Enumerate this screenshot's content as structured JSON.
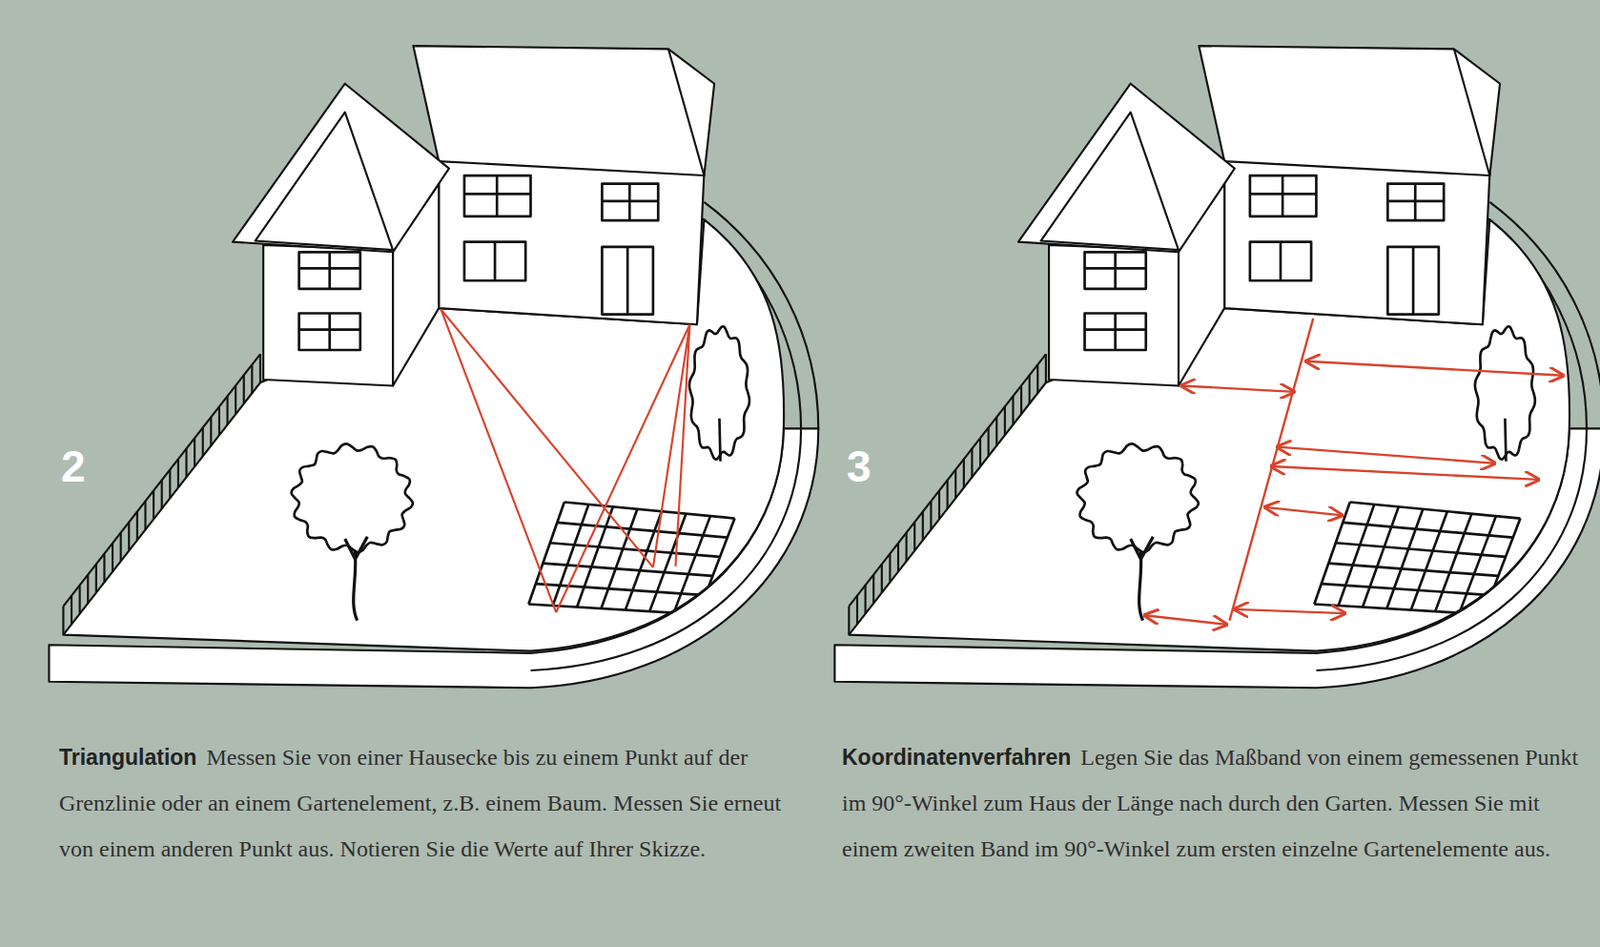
{
  "diagram": {
    "labels": [
      "2",
      "3",
      "Triangulation",
      "Messen Sie von einer Hausecke bis zu einem Punkt auf der Grenzlinie oder an einem Gartenelement, z.B. einem Baum. Messen Sie erneut von einem anderen Punkt aus. Notieren Sie die Werte auf Ihrer Skizze.",
      "Koordinatenverfahren",
      "Legen Sie das Maßband von einem gemessenen Punkt im 90°-Winkel zum Haus der Länge nach durch den Garten. Messen Sie mit einem zweiten Band im 90°-Winkel zum ersten einzelne Gartenelemente aus."
    ]
  }
}
